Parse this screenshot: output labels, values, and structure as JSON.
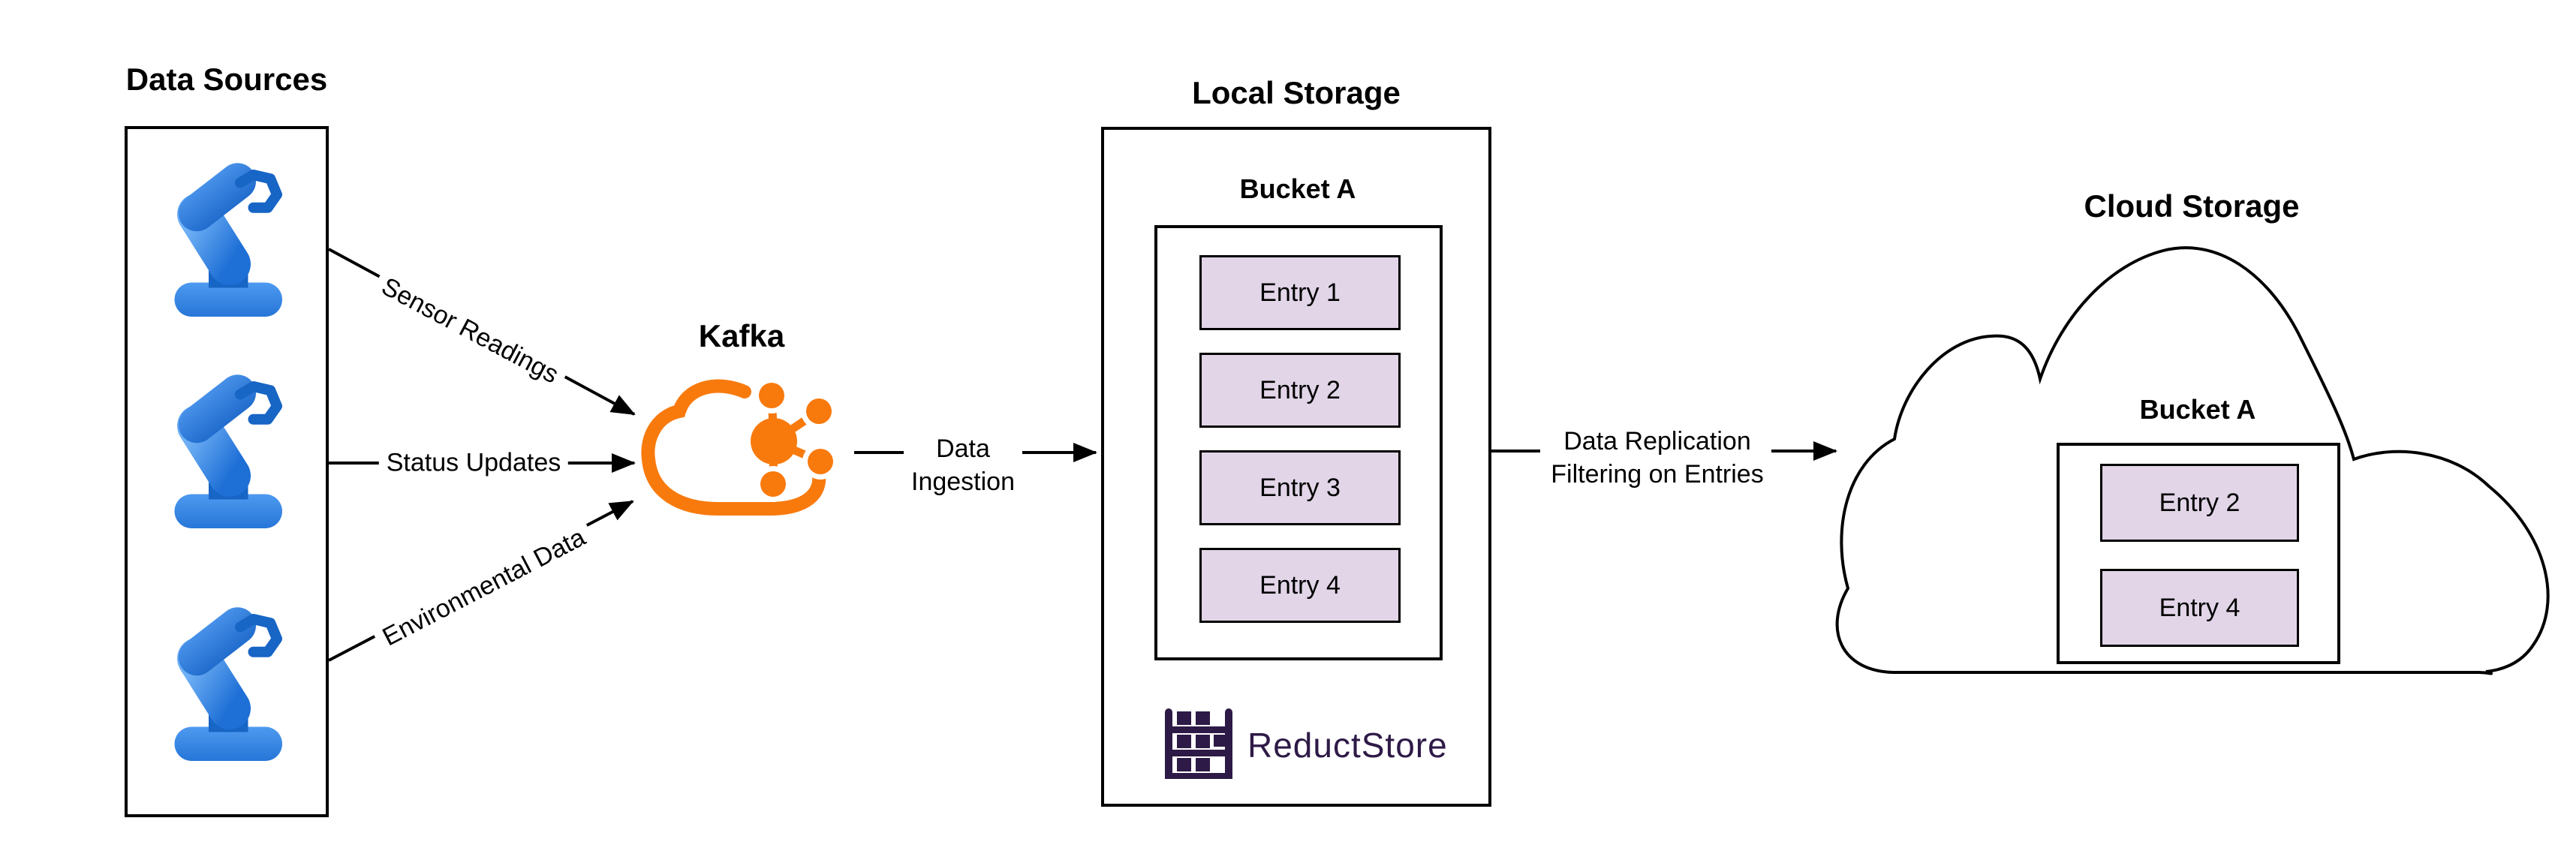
{
  "diagram": {
    "data_sources": {
      "title": "Data Sources"
    },
    "flows": {
      "sensor_readings": "Sensor Readings",
      "status_updates": "Status Updates",
      "environmental_data": "Environmental Data",
      "ingestion_label": "Data\nIngestion",
      "replication_label": "Data Replication\nFiltering on Entries"
    },
    "kafka": {
      "title": "Kafka"
    },
    "local_storage": {
      "title": "Local Storage",
      "bucket": {
        "label": "Bucket A",
        "entries": [
          "Entry 1",
          "Entry 2",
          "Entry 3",
          "Entry 4"
        ]
      },
      "logo_text": "ReductStore"
    },
    "cloud_storage": {
      "title": "Cloud Storage",
      "bucket": {
        "label": "Bucket A",
        "entries": [
          "Entry 2",
          "Entry 4"
        ]
      }
    },
    "colors": {
      "kafka_orange": "#F87A0D",
      "entry_fill": "#E1D5E7",
      "entry_border": "#000000",
      "reduct_purple": "#2E1A47",
      "robot_blue_dark": "#1765C5",
      "robot_blue_mid": "#2E7FE0",
      "robot_blue_light": "#5EA2F1",
      "line_black": "#000000"
    }
  }
}
